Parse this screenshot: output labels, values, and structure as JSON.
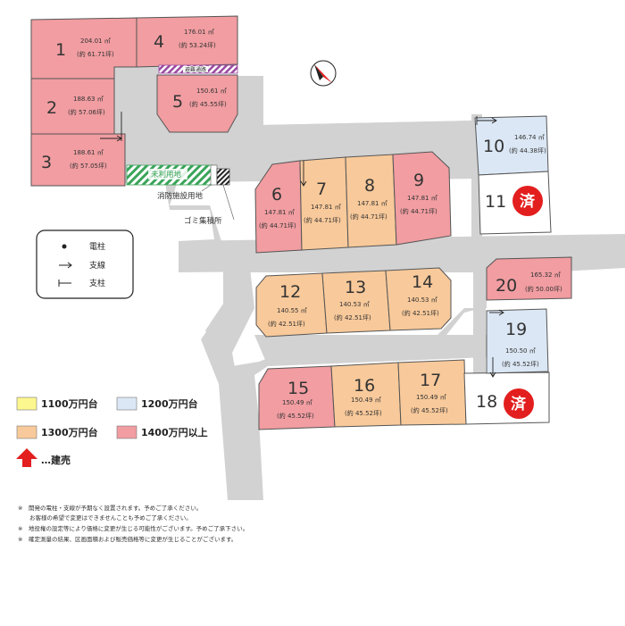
{
  "lots": [
    {
      "no": "1",
      "area": "204.01 ㎡",
      "tsubo": "(約 61.71坪)"
    },
    {
      "no": "2",
      "area": "188.63 ㎡",
      "tsubo": "(約 57.06坪)"
    },
    {
      "no": "3",
      "area": "188.61 ㎡",
      "tsubo": "(約 57.05坪)"
    },
    {
      "no": "4",
      "area": "176.01 ㎡",
      "tsubo": "(約 53.24坪)"
    },
    {
      "no": "5",
      "area": "150.61 ㎡",
      "tsubo": "(約 45.55坪)"
    },
    {
      "no": "6",
      "area": "147.81 ㎡",
      "tsubo": "(約 44.71坪)"
    },
    {
      "no": "7",
      "area": "147.81 ㎡",
      "tsubo": "(約 44.71坪)"
    },
    {
      "no": "8",
      "area": "147.81 ㎡",
      "tsubo": "(約 44.71坪)"
    },
    {
      "no": "9",
      "area": "147.81 ㎡",
      "tsubo": "(約 44.71坪)"
    },
    {
      "no": "10",
      "area": "146.74 ㎡",
      "tsubo": "(約 44.38坪)"
    },
    {
      "no": "11",
      "area": "",
      "tsubo": ""
    },
    {
      "no": "12",
      "area": "140.55 ㎡",
      "tsubo": "(約 42.51坪)"
    },
    {
      "no": "13",
      "area": "140.53 ㎡",
      "tsubo": "(約 42.51坪)"
    },
    {
      "no": "14",
      "area": "140.53 ㎡",
      "tsubo": "(約 42.51坪)"
    },
    {
      "no": "15",
      "area": "150.49 ㎡",
      "tsubo": "(約 45.52坪)"
    },
    {
      "no": "16",
      "area": "150.49 ㎡",
      "tsubo": "(約 45.52坪)"
    },
    {
      "no": "17",
      "area": "150.49 ㎡",
      "tsubo": "(約 45.52坪)"
    },
    {
      "no": "18",
      "area": "",
      "tsubo": ""
    },
    {
      "no": "19",
      "area": "150.50 ㎡",
      "tsubo": "(約 45.52坪)"
    },
    {
      "no": "20",
      "area": "165.32 ㎡",
      "tsubo": "(約 50.00坪)"
    }
  ],
  "labels": {
    "evac_path": "避難通路",
    "unused_land": "未利用地",
    "fire_facility": "消防施設用地",
    "garbage": "ゴミ集積所",
    "sold": "済"
  },
  "legend_symbols": {
    "pole": "電柱",
    "guy_wire": "支線",
    "support_pole": "支柱"
  },
  "price_legend": {
    "p1100": "1100万円台",
    "p1200": "1200万円台",
    "p1300": "1300万円台",
    "p1400": "1400万円以上",
    "built": "…建売"
  },
  "notes": [
    "※　開発の電柱・支線が予期なく設置されます。予めご了承ください。",
    "　　お客様の希望で変更はできませんことも予めご了承ください。",
    "※　地役権の設定等により価格に変更が生じる可能性がございます。予めご了承下さい。",
    "※　確定測量の結果、区画面積および販売価格等に変更が生じることがございます。"
  ],
  "colors": {
    "pink": "#f19da1",
    "orange": "#f8c99a",
    "blue": "#dbe7f4",
    "yellow": "#fdf78f",
    "road": "#d2d2d2",
    "red": "#e31e1e",
    "green": "#3aa45a",
    "purple": "#9b4aa0"
  }
}
